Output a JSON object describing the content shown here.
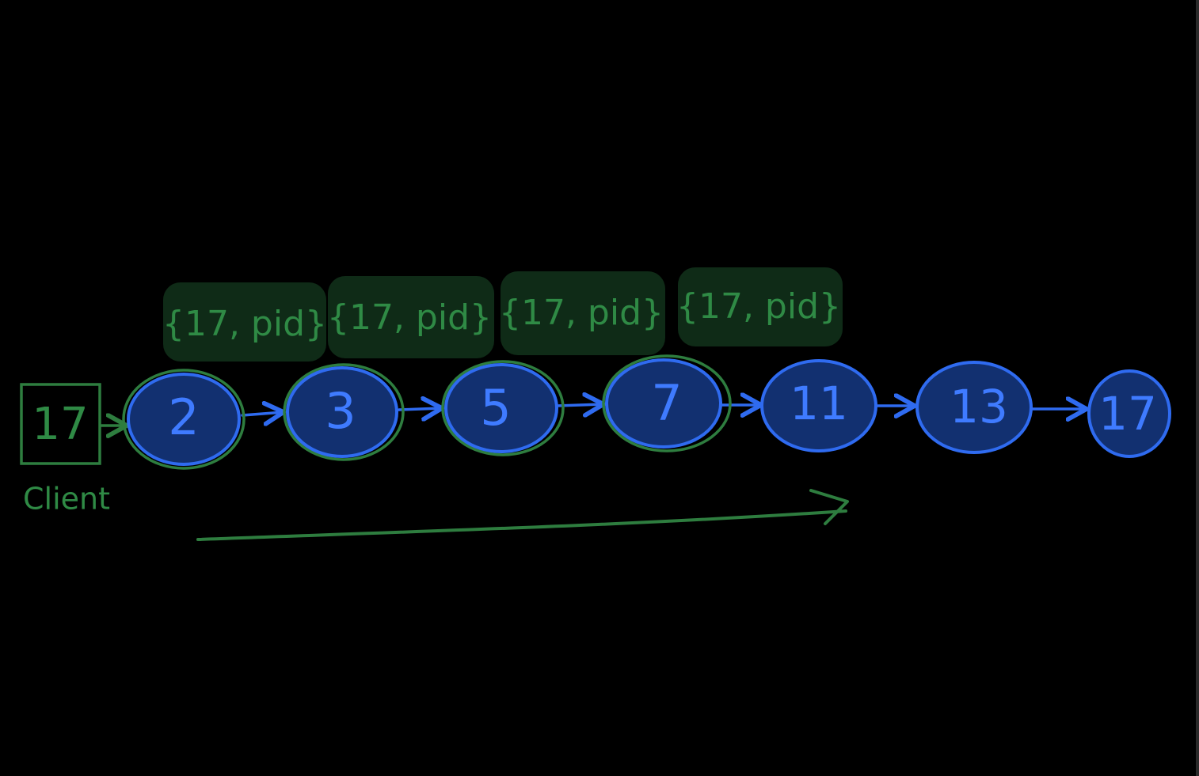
{
  "colors": {
    "background": "#000000",
    "green_stroke": "#2e7d3f",
    "green_text": "#2f8a45",
    "green_fill": "#0f2b17",
    "blue_stroke": "#2f6bf0",
    "blue_fill": "#123070",
    "blue_text": "#3f7bff"
  },
  "client": {
    "value": "17",
    "label": "Client"
  },
  "nodes": [
    {
      "value": "2",
      "visited": true
    },
    {
      "value": "3",
      "visited": true
    },
    {
      "value": "5",
      "visited": true
    },
    {
      "value": "7",
      "visited": true
    },
    {
      "value": "11",
      "visited": false
    },
    {
      "value": "13",
      "visited": false
    },
    {
      "value": "17",
      "visited": false
    }
  ],
  "messages": [
    {
      "text": "{17, pid}"
    },
    {
      "text": "{17, pid}"
    },
    {
      "text": "{17, pid}"
    },
    {
      "text": "{17, pid}"
    }
  ]
}
